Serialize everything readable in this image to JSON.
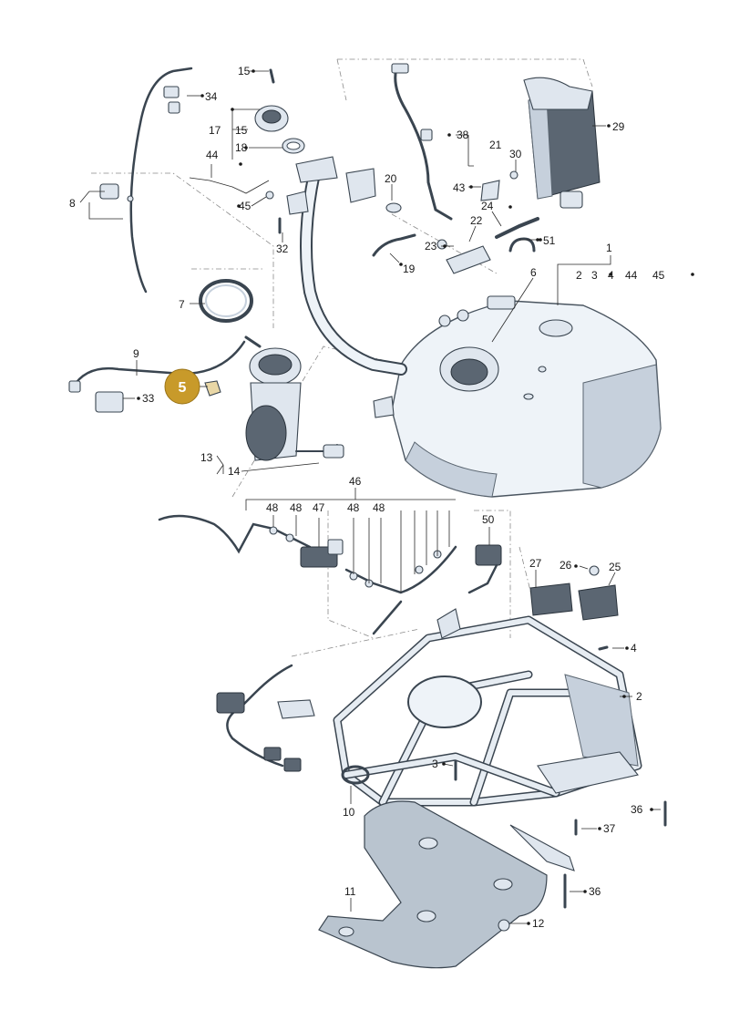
{
  "diagram": {
    "highlight_color": "#c89a2a",
    "line_color": "#2a2a2a",
    "part_fill": "#dfe6ee",
    "highlighted_part": "5",
    "labels": [
      "1",
      "2",
      "3",
      "4",
      "5",
      "6",
      "7",
      "8",
      "9",
      "10",
      "11",
      "12",
      "13",
      "14",
      "15",
      "15",
      "17",
      "18",
      "19",
      "20",
      "21",
      "22",
      "23",
      "24",
      "25",
      "26",
      "27",
      "29",
      "30",
      "32",
      "33",
      "34",
      "36",
      "36",
      "37",
      "38",
      "43",
      "44",
      "44",
      "45",
      "45",
      "46",
      "47",
      "48",
      "48",
      "48",
      "48",
      "50",
      "51",
      "2",
      "3",
      "4"
    ]
  }
}
